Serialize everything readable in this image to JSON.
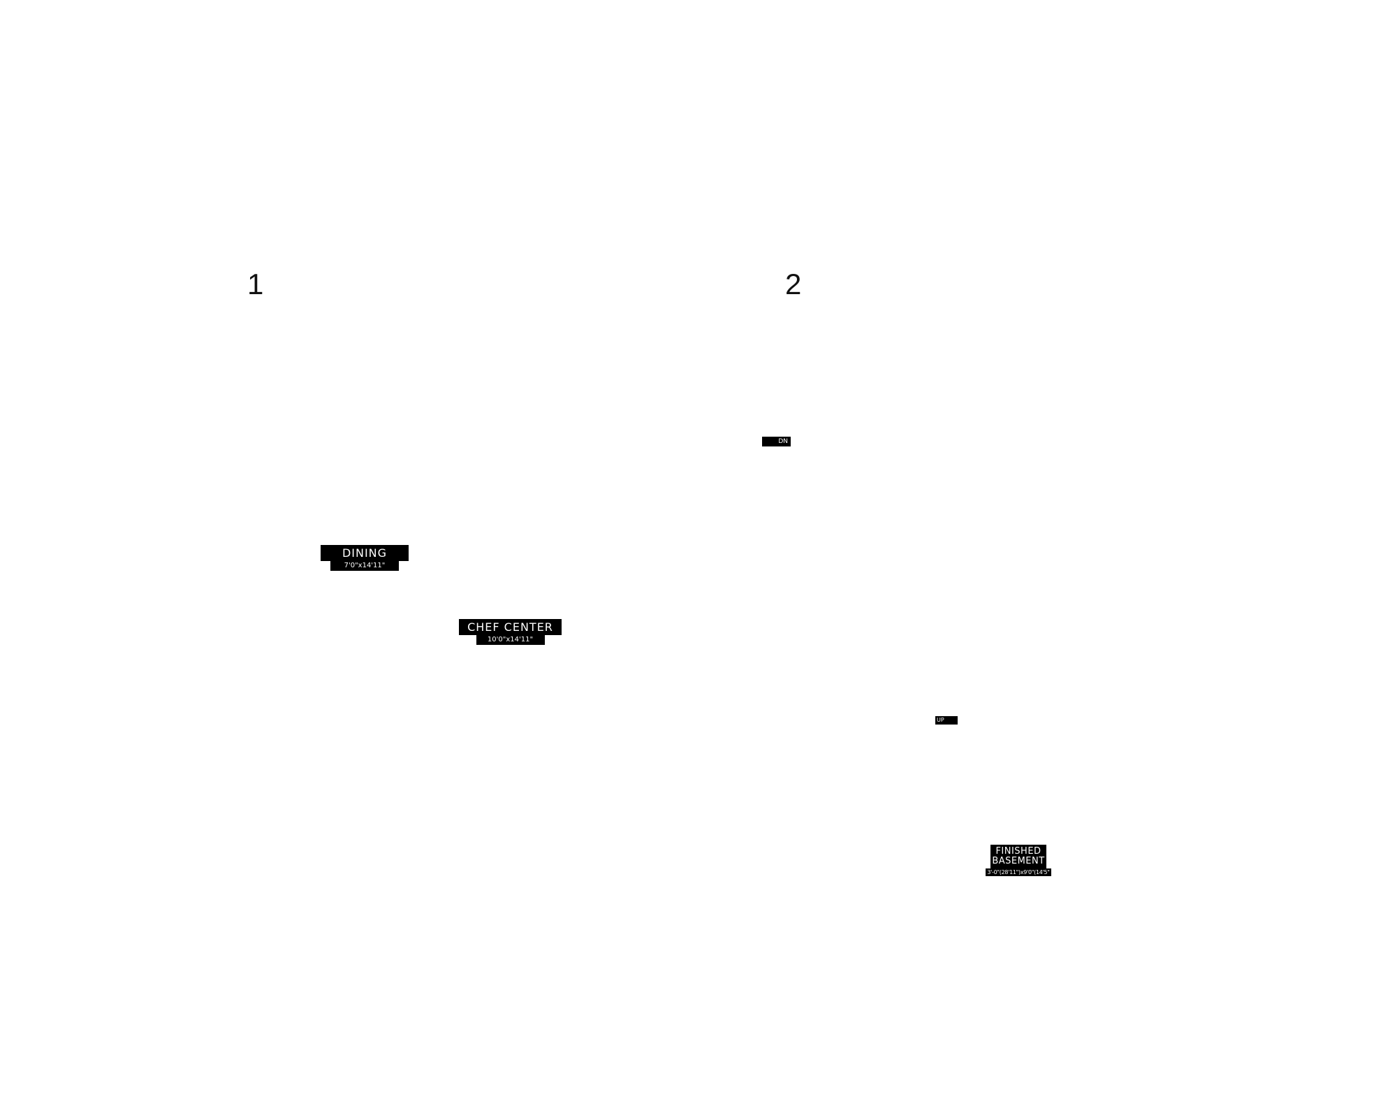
{
  "floors": [
    {
      "number": "1",
      "rooms": [
        {
          "name": "DINING",
          "dimensions": "7'0\"x14'11\""
        },
        {
          "name": "CHEF CENTER",
          "dimensions": "10'0\"x14'11\""
        }
      ]
    },
    {
      "number": "2",
      "stairs": {
        "down": "DN",
        "up": "UP"
      },
      "rooms": [
        {
          "name": "FINISHED\nBASEMENT",
          "name_line1": "FINISHED",
          "name_line2": "BASEMENT",
          "dimensions": "3'-0\"(28'11\")x9'0\"(14'5\""
        }
      ]
    }
  ],
  "colors": {
    "background": "#ffffff",
    "label_fill": "#000000",
    "label_text": "#ffffff",
    "floor_number": "#111111"
  }
}
